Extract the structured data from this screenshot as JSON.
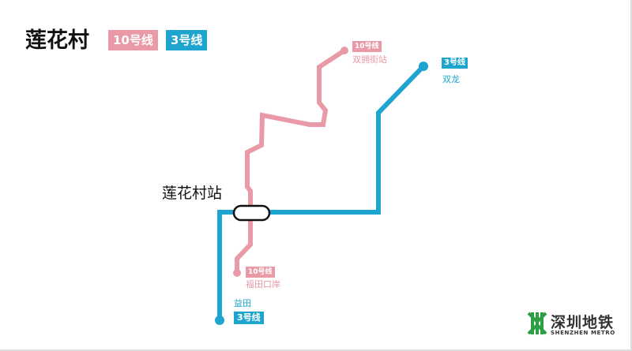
{
  "title": "莲花村",
  "colors": {
    "line10": "#e99aa6",
    "line3": "#1ea5cf",
    "metro_green": "#2e9e44"
  },
  "legend": [
    {
      "label": "10号线"
    },
    {
      "label": "3号线"
    }
  ],
  "station": "莲花村站",
  "termini": [
    {
      "line": "10号线",
      "name": "双拥街站"
    },
    {
      "line": "3号线",
      "name": "双龙"
    },
    {
      "line": "10号线",
      "name": "福田口岸"
    },
    {
      "line": "3号线",
      "name": "益田"
    }
  ],
  "logo": {
    "cn": "深圳地铁",
    "en": "SHENZHEN METRO"
  }
}
